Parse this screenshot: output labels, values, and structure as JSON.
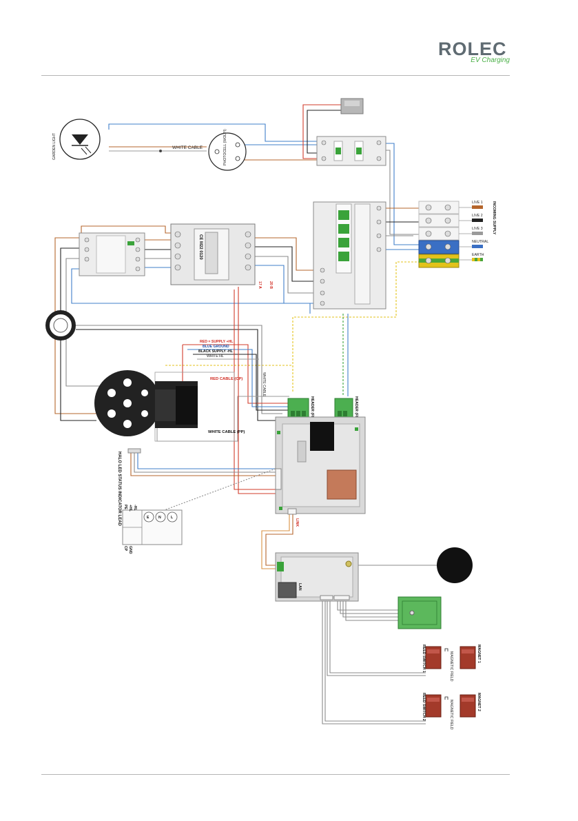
{
  "brand": {
    "name": "ROLEC",
    "tagline": "EV Charging"
  },
  "labels": {
    "white_cable": "WHITE CABLE",
    "lamp": "GARDEN LIGHT",
    "photocell": "PHOTOCELL (WOLPI)",
    "live1": "LIVE 1",
    "live2": "LIVE 2",
    "live3": "LIVE 3",
    "neutral": "NEUTRAL",
    "earth": "EARTH",
    "incoming_supply": "INCOMING SUPPLY",
    "red_supply": "RED = SUPPLY +HL",
    "blue_ground": "BLUE GROUND",
    "black_supply": "BLACK SUPPLY -HL",
    "white_hl": "WHITE HL",
    "red_cable": "RED CABLE (CP)",
    "white_cable_pp": "WHITE CABLE (PP)",
    "white_cable_short": "WHITE CABLE",
    "header_front_view_a": "HEADER (FRONT VIEW)",
    "header_front_view_b": "HEADER (FRONT VIEW)",
    "halo_led": "HALO LED STATUS INDICATOR LEAD",
    "current_a": "17 A",
    "current_b": "20 B",
    "link": "LINK",
    "lan": "LAN",
    "reed_switch_1": "REED SWITCH 1",
    "reed_switch_2": "REED SWITCH 2",
    "magnet_1": "MAGNET 1",
    "magnet_2": "MAGNET 2",
    "magnetic_field_1": "MAGNETIC FIELD",
    "magnetic_field_2": "MAGNETIC FIELD",
    "terminal_pe": "PE",
    "terminal_hl": "+HL",
    "terminal_hl2": "-HL",
    "terminal_cp": "CP",
    "terminal_gnd": "GND",
    "terminal_e": "E",
    "terminal_n": "N",
    "terminal_l": "L",
    "meter_ce": "CE M22 0120"
  },
  "colors": {
    "brown": "#b5652b",
    "blue": "#3f7fc9",
    "black": "#222222",
    "red": "#d23b2a",
    "grey": "#8a8a8a",
    "yellow": "#e3c21a",
    "green": "#3aa33a",
    "orange": "#d99040"
  }
}
